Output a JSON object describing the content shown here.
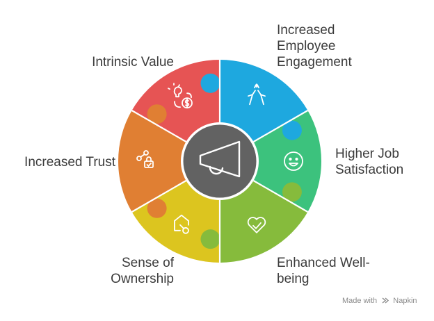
{
  "center_icon": "megaphone-icon",
  "segments": [
    {
      "id": "increased-employee-engagement",
      "lines": [
        "Increased",
        "Employee",
        "Engagement"
      ],
      "color": "#1ea8df",
      "icon": "high-five-icon",
      "side": "right"
    },
    {
      "id": "higher-job-satisfaction",
      "lines": [
        "Higher Job",
        "Satisfaction"
      ],
      "color": "#3cc27d",
      "icon": "smiley-icon",
      "side": "right"
    },
    {
      "id": "enhanced-well-being",
      "lines": [
        "Enhanced Well-",
        "being"
      ],
      "color": "#86bb3c",
      "icon": "heart-check-icon",
      "side": "right"
    },
    {
      "id": "sense-of-ownership",
      "lines": [
        "Sense of",
        "Ownership"
      ],
      "color": "#dcc51f",
      "icon": "house-key-icon",
      "side": "left"
    },
    {
      "id": "increased-trust",
      "lines": [
        "Increased Trust"
      ],
      "color": "#e07f33",
      "icon": "network-lock-icon",
      "side": "left"
    },
    {
      "id": "intrinsic-value",
      "lines": [
        "Intrinsic Value"
      ],
      "color": "#e65454",
      "icon": "idea-money-icon",
      "side": "left"
    }
  ],
  "footer": {
    "made_with": "Made with",
    "brand": "Napkin",
    "icon": "napkin-logo-icon"
  },
  "colors": {
    "center": "#626262",
    "text": "#3b3b3b",
    "icon_stroke": "#ffffff"
  }
}
